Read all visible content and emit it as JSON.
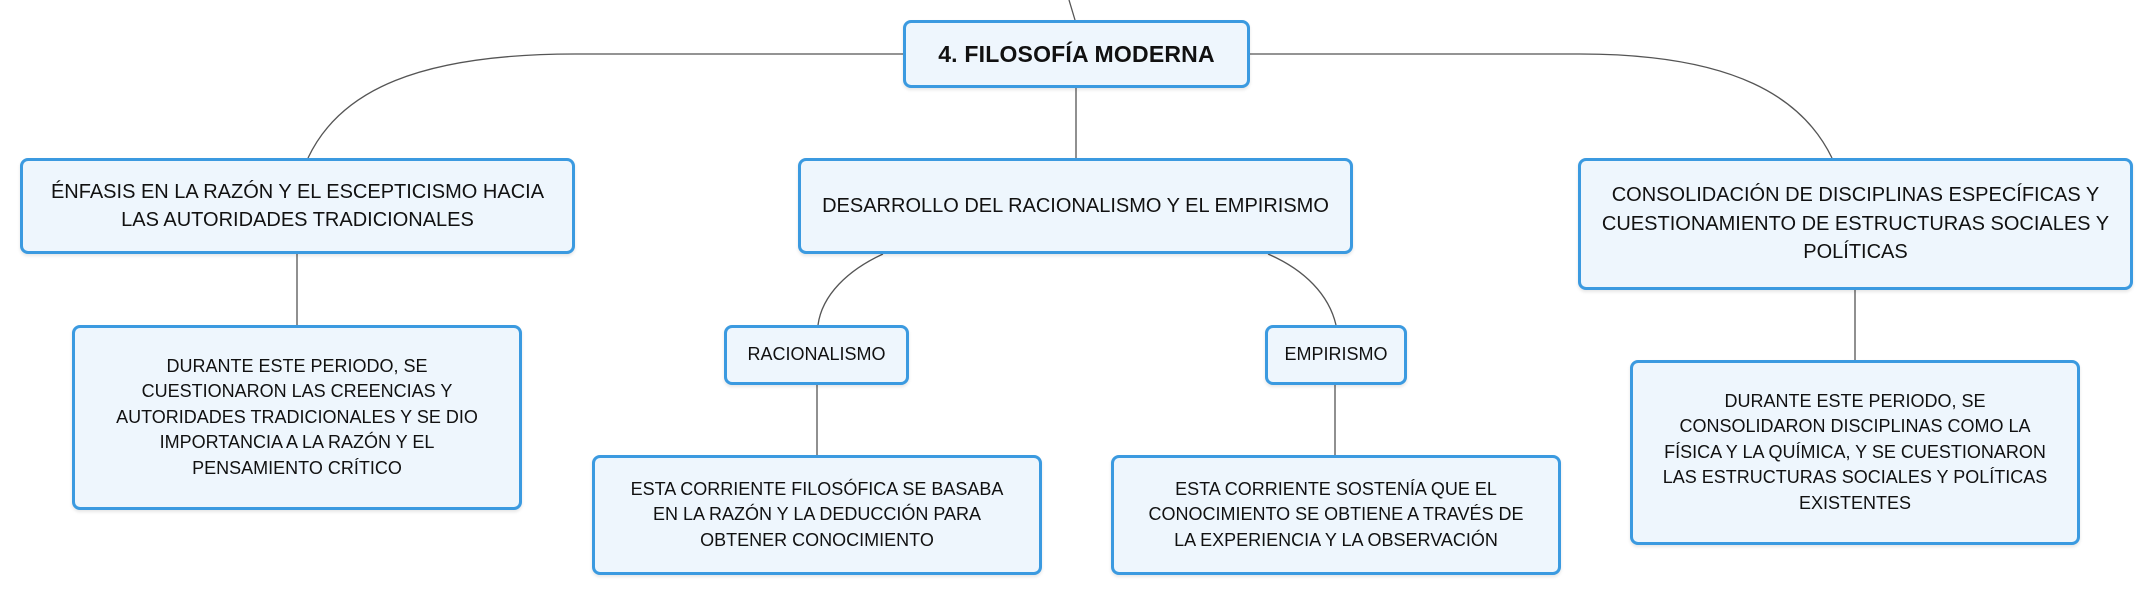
{
  "diagram": {
    "root": {
      "label": "4. FILOSOFÍA MODERNA"
    },
    "branches": [
      {
        "label": "ÉNFASIS EN LA RAZÓN Y EL ESCEPTICISMO HACIA LAS AUTORIDADES TRADICIONALES",
        "detail": "DURANTE ESTE PERIODO, SE CUESTIONARON LAS CREENCIAS Y AUTORIDADES TRADICIONALES Y SE DIO IMPORTANCIA A LA RAZÓN Y EL PENSAMIENTO CRÍTICO"
      },
      {
        "label": "DESARROLLO DEL RACIONALISMO Y EL EMPIRISMO",
        "children": [
          {
            "label": "RACIONALISMO",
            "detail": "ESTA CORRIENTE FILOSÓFICA SE BASABA EN LA RAZÓN Y LA DEDUCCIÓN PARA OBTENER CONOCIMIENTO"
          },
          {
            "label": "EMPIRISMO",
            "detail": "ESTA CORRIENTE SOSTENÍA QUE EL CONOCIMIENTO SE OBTIENE A TRAVÉS DE LA EXPERIENCIA Y LA OBSERVACIÓN"
          }
        ]
      },
      {
        "label": "CONSOLIDACIÓN DE DISCIPLINAS ESPECÍFICAS Y CUESTIONAMIENTO DE ESTRUCTURAS SOCIALES Y POLÍTICAS",
        "detail": "DURANTE ESTE PERIODO, SE CONSOLIDARON DISCIPLINAS COMO LA FÍSICA Y LA QUÍMICA, Y SE CUESTIONARON LAS ESTRUCTURAS SOCIALES Y POLÍTICAS EXISTENTES"
      }
    ]
  },
  "colors": {
    "node_border": "#3b9ae0",
    "node_fill": "#eef6fd",
    "connector": "#555555"
  }
}
